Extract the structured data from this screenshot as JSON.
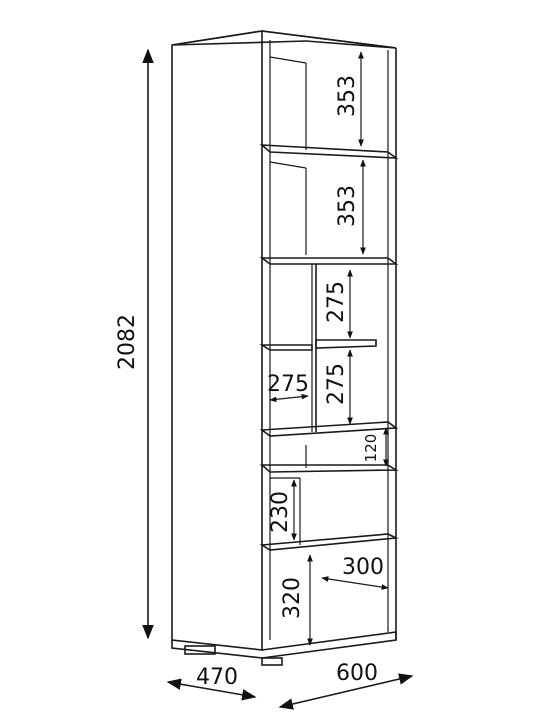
{
  "dimensions": {
    "total_height": "2082",
    "shelf_top": "353",
    "shelf_second": "353",
    "upper_right_compartment": "275",
    "lower_right_compartment": "275",
    "left_compartment_width": "275",
    "drawer_gap": "120",
    "lower_compartment": "230",
    "bottom_compartment": "320",
    "bottom_shelf_depth": "300",
    "depth": "470",
    "width": "600"
  }
}
